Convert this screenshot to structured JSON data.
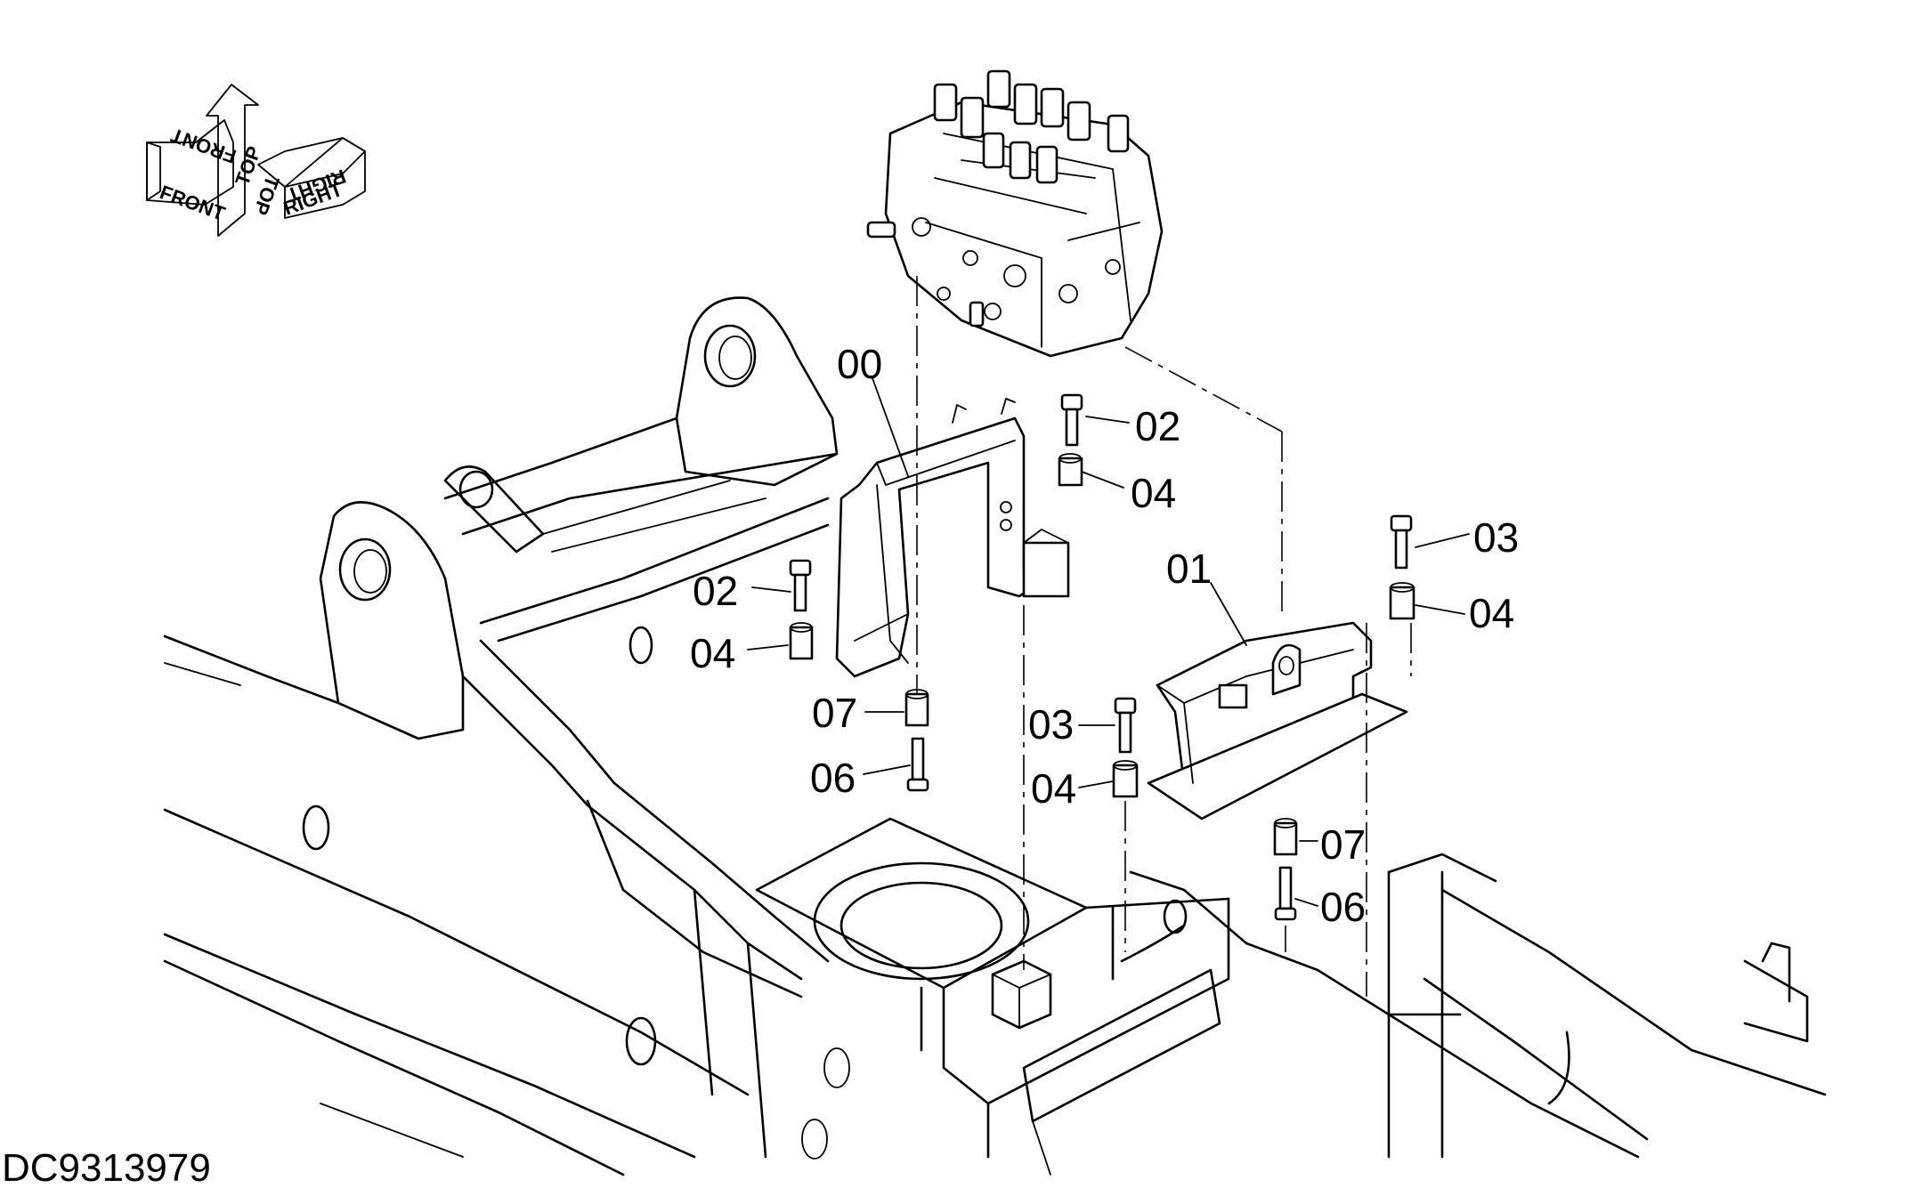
{
  "drawing_code": "DC9313979",
  "orientation": {
    "front": "FRONT",
    "top": "TOP",
    "right": "RIGHT"
  },
  "callouts": {
    "c00": "00",
    "c01": "01",
    "c02a": "02",
    "c02b": "02",
    "c03a": "03",
    "c03b": "03",
    "c04a": "04",
    "c04b": "04",
    "c04c": "04",
    "c04d": "04",
    "c06a": "06",
    "c06b": "06",
    "c07a": "07",
    "c07b": "07"
  }
}
